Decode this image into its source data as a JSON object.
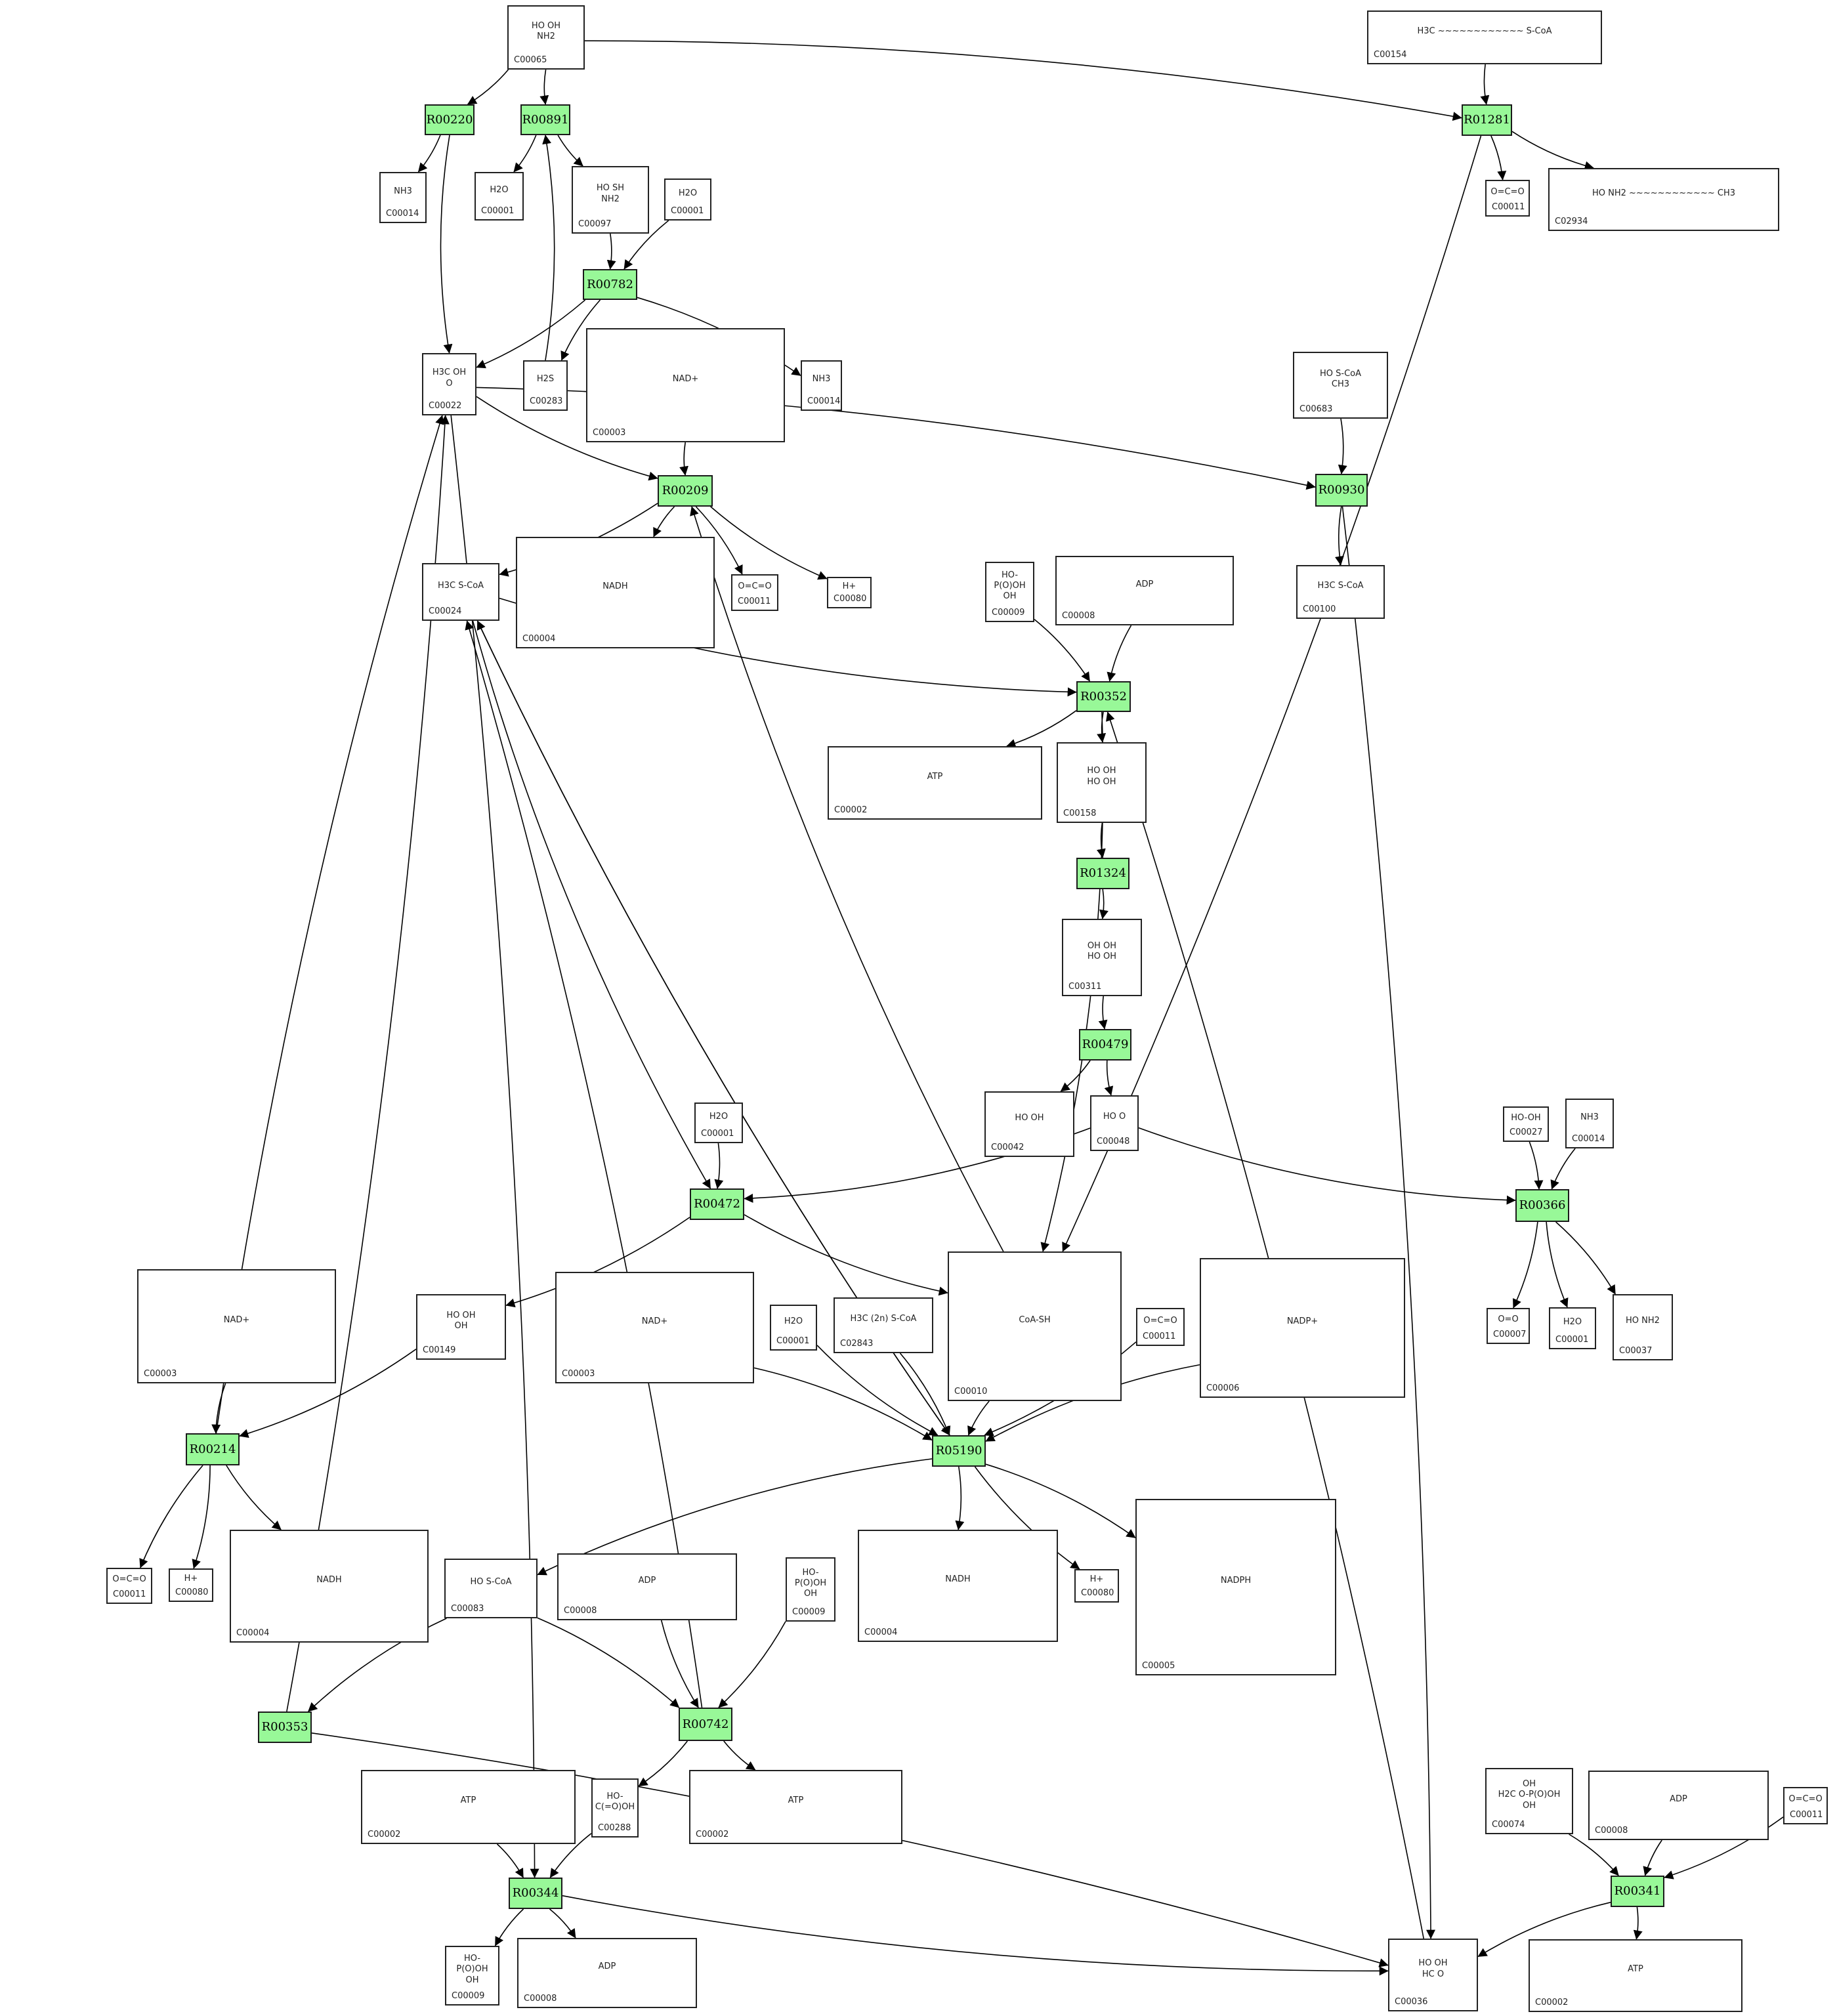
{
  "colors": {
    "reaction_fill": "#98F898",
    "edge": "#000000",
    "box_border": "#222222"
  },
  "compounds": [
    {
      "id": "c65a",
      "label": "C00065",
      "glyph": "HO  OH\nNH2"
    },
    {
      "id": "c154",
      "label": "C00154",
      "glyph": "H3C ~~~~~~~~~~~~ S-CoA"
    },
    {
      "id": "c14a",
      "label": "C00014",
      "glyph": "NH3"
    },
    {
      "id": "c01a",
      "label": "C00001",
      "glyph": "H2O"
    },
    {
      "id": "c97",
      "label": "C00097",
      "glyph": "HO  SH\nNH2"
    },
    {
      "id": "c01b",
      "label": "C00001",
      "glyph": "H2O"
    },
    {
      "id": "c11a",
      "label": "C00011",
      "glyph": "O=C=O"
    },
    {
      "id": "c2934",
      "label": "C02934",
      "glyph": "HO  NH2 ~~~~~~~~~~~~ CH3"
    },
    {
      "id": "c22",
      "label": "C00022",
      "glyph": "H3C  OH\n  O"
    },
    {
      "id": "c283",
      "label": "C00283",
      "glyph": "H2S"
    },
    {
      "id": "c03a",
      "label": "C00003",
      "glyph": "NAD+"
    },
    {
      "id": "c14b",
      "label": "C00014",
      "glyph": "NH3"
    },
    {
      "id": "c683",
      "label": "C00683",
      "glyph": "HO   S-CoA\nCH3"
    },
    {
      "id": "c24",
      "label": "C00024",
      "glyph": "H3C  S-CoA"
    },
    {
      "id": "c04a",
      "label": "C00004",
      "glyph": "NADH"
    },
    {
      "id": "c11b",
      "label": "C00011",
      "glyph": "O=C=O"
    },
    {
      "id": "c80a",
      "label": "C00080",
      "glyph": "H+"
    },
    {
      "id": "c09a",
      "label": "C00009",
      "glyph": "HO-P(O)OH\nOH"
    },
    {
      "id": "c08a",
      "label": "C00008",
      "glyph": "ADP"
    },
    {
      "id": "c100",
      "label": "C00100",
      "glyph": "H3C  S-CoA"
    },
    {
      "id": "c02a",
      "label": "C00002",
      "glyph": "ATP"
    },
    {
      "id": "c158",
      "label": "C00158",
      "glyph": "HO  OH\nHO  OH"
    },
    {
      "id": "c311",
      "label": "C00311",
      "glyph": "OH  OH\nHO  OH"
    },
    {
      "id": "c42",
      "label": "C00042",
      "glyph": "HO  OH"
    },
    {
      "id": "c48",
      "label": "C00048",
      "glyph": "HO  O"
    },
    {
      "id": "c01c",
      "label": "C00001",
      "glyph": "H2O"
    },
    {
      "id": "c27",
      "label": "C00027",
      "glyph": "HO-OH"
    },
    {
      "id": "c14c",
      "label": "C00014",
      "glyph": "NH3"
    },
    {
      "id": "c03b",
      "label": "C00003",
      "glyph": "NAD+"
    },
    {
      "id": "c149",
      "label": "C00149",
      "glyph": "HO  OH\nOH"
    },
    {
      "id": "c03c",
      "label": "C00003",
      "glyph": "NAD+"
    },
    {
      "id": "c01d",
      "label": "C00001",
      "glyph": "H2O"
    },
    {
      "id": "c2843",
      "label": "C02843",
      "glyph": "H3C (2n) S-CoA"
    },
    {
      "id": "c10",
      "label": "C00010",
      "glyph": "CoA-SH"
    },
    {
      "id": "c11c",
      "label": "C00011",
      "glyph": "O=C=O"
    },
    {
      "id": "c06",
      "label": "C00006",
      "glyph": "NADP+"
    },
    {
      "id": "c07",
      "label": "C00007",
      "glyph": "O=O"
    },
    {
      "id": "c01e",
      "label": "C00001",
      "glyph": "H2O"
    },
    {
      "id": "c37",
      "label": "C00037",
      "glyph": "HO  NH2"
    },
    {
      "id": "c11d",
      "label": "C00011",
      "glyph": "O=C=O"
    },
    {
      "id": "c80b",
      "label": "C00080",
      "glyph": "H+"
    },
    {
      "id": "c04b",
      "label": "C00004",
      "glyph": "NADH"
    },
    {
      "id": "c83",
      "label": "C00083",
      "glyph": "HO   S-CoA"
    },
    {
      "id": "c08b",
      "label": "C00008",
      "glyph": "ADP"
    },
    {
      "id": "c09b",
      "label": "C00009",
      "glyph": "HO-P(O)OH\nOH"
    },
    {
      "id": "c04c",
      "label": "C00004",
      "glyph": "NADH"
    },
    {
      "id": "c80c",
      "label": "C00080",
      "glyph": "H+"
    },
    {
      "id": "c05",
      "label": "C00005",
      "glyph": "NADPH"
    },
    {
      "id": "c02b",
      "label": "C00002",
      "glyph": "ATP"
    },
    {
      "id": "c288",
      "label": "C00288",
      "glyph": "HO-C(=O)OH"
    },
    {
      "id": "c02c",
      "label": "C00002",
      "glyph": "ATP"
    },
    {
      "id": "c74",
      "label": "C00074",
      "glyph": "OH\nH2C  O-P(O)OH\nOH"
    },
    {
      "id": "c08c",
      "label": "C00008",
      "glyph": "ADP"
    },
    {
      "id": "c11e",
      "label": "C00011",
      "glyph": "O=C=O"
    },
    {
      "id": "c09c",
      "label": "C00009",
      "glyph": "HO-P(O)OH\nOH"
    },
    {
      "id": "c08d",
      "label": "C00008",
      "glyph": "ADP"
    },
    {
      "id": "c36",
      "label": "C00036",
      "glyph": "HO  OH\nHC  O"
    },
    {
      "id": "c02d",
      "label": "C00002",
      "glyph": "ATP"
    }
  ],
  "reactions": [
    {
      "id": "R00220",
      "label": "R00220"
    },
    {
      "id": "R00891",
      "label": "R00891"
    },
    {
      "id": "R01281",
      "label": "R01281"
    },
    {
      "id": "R00782",
      "label": "R00782"
    },
    {
      "id": "R00209",
      "label": "R00209"
    },
    {
      "id": "R00930",
      "label": "R00930"
    },
    {
      "id": "R00352",
      "label": "R00352"
    },
    {
      "id": "R01324",
      "label": "R01324"
    },
    {
      "id": "R00479",
      "label": "R00479"
    },
    {
      "id": "R00472",
      "label": "R00472"
    },
    {
      "id": "R00366",
      "label": "R00366"
    },
    {
      "id": "R00214",
      "label": "R00214"
    },
    {
      "id": "R05190",
      "label": "R05190"
    },
    {
      "id": "R00353",
      "label": "R00353"
    },
    {
      "id": "R00742",
      "label": "R00742"
    },
    {
      "id": "R00344",
      "label": "R00344"
    },
    {
      "id": "R00341",
      "label": "R00341"
    }
  ],
  "edges": [
    [
      "c65a",
      "R00220"
    ],
    [
      "c65a",
      "R00891"
    ],
    [
      "c65a",
      "R01281"
    ],
    [
      "c154",
      "R01281"
    ],
    [
      "R00220",
      "c14a"
    ],
    [
      "R00220",
      "c22"
    ],
    [
      "R00891",
      "c01a"
    ],
    [
      "R00891",
      "c97"
    ],
    [
      "c97",
      "R00782"
    ],
    [
      "c01b",
      "R00782"
    ],
    [
      "R00782",
      "c22"
    ],
    [
      "R00782",
      "c283"
    ],
    [
      "R00782",
      "c14b"
    ],
    [
      "c283",
      "R00891"
    ],
    [
      "R01281",
      "c11a"
    ],
    [
      "R01281",
      "c2934"
    ],
    [
      "R01281",
      "c10"
    ],
    [
      "c22",
      "R00209"
    ],
    [
      "c22",
      "R00930"
    ],
    [
      "c03a",
      "R00209"
    ],
    [
      "R00209",
      "c24"
    ],
    [
      "R00209",
      "c04a"
    ],
    [
      "R00209",
      "c11b"
    ],
    [
      "R00209",
      "c80a"
    ],
    [
      "c683",
      "R00930"
    ],
    [
      "R00930",
      "c100"
    ],
    [
      "R00930",
      "c36"
    ],
    [
      "c24",
      "R00352"
    ],
    [
      "c09a",
      "R00352"
    ],
    [
      "c08a",
      "R00352"
    ],
    [
      "R00352",
      "c02a"
    ],
    [
      "R00352",
      "c158"
    ],
    [
      "R00352",
      "c10"
    ],
    [
      "c158",
      "R01324"
    ],
    [
      "R01324",
      "c311"
    ],
    [
      "c311",
      "R00479"
    ],
    [
      "R00479",
      "c42"
    ],
    [
      "R00479",
      "c48"
    ],
    [
      "c48",
      "R00472"
    ],
    [
      "c48",
      "R00366"
    ],
    [
      "c01c",
      "R00472"
    ],
    [
      "c24",
      "R00472"
    ],
    [
      "R00472",
      "c149"
    ],
    [
      "R00472",
      "c10"
    ],
    [
      "c27",
      "R00366"
    ],
    [
      "c14c",
      "R00366"
    ],
    [
      "R00366",
      "c07"
    ],
    [
      "R00366",
      "c01e"
    ],
    [
      "R00366",
      "c37"
    ],
    [
      "c03b",
      "R00214"
    ],
    [
      "c149",
      "R00214"
    ],
    [
      "R00214",
      "c11d"
    ],
    [
      "R00214",
      "c80b"
    ],
    [
      "R00214",
      "c04b"
    ],
    [
      "R00214",
      "c22"
    ],
    [
      "c24",
      "R05190"
    ],
    [
      "c03c",
      "R05190"
    ],
    [
      "c01d",
      "R05190"
    ],
    [
      "c2843",
      "R05190"
    ],
    [
      "c10",
      "R05190"
    ],
    [
      "c11c",
      "R05190"
    ],
    [
      "c06",
      "R05190"
    ],
    [
      "R05190",
      "c04c"
    ],
    [
      "R05190",
      "c80c"
    ],
    [
      "R05190",
      "c05"
    ],
    [
      "R05190",
      "c83"
    ],
    [
      "R05190",
      "c24"
    ],
    [
      "c83",
      "R00353"
    ],
    [
      "c83",
      "R00742"
    ],
    [
      "R00353",
      "c22"
    ],
    [
      "R00353",
      "c36"
    ],
    [
      "c08b",
      "R00742"
    ],
    [
      "c09b",
      "R00742"
    ],
    [
      "R00742",
      "c02c"
    ],
    [
      "R00742",
      "c288"
    ],
    [
      "R00742",
      "c24"
    ],
    [
      "c02b",
      "R00344"
    ],
    [
      "c288",
      "R00344"
    ],
    [
      "c22",
      "R00344"
    ],
    [
      "R00344",
      "c09c"
    ],
    [
      "R00344",
      "c08d"
    ],
    [
      "R00344",
      "c36"
    ],
    [
      "c74",
      "R00341"
    ],
    [
      "c08c",
      "R00341"
    ],
    [
      "c11e",
      "R00341"
    ],
    [
      "R00341",
      "c36"
    ],
    [
      "R00341",
      "c02d"
    ],
    [
      "c36",
      "R00352"
    ],
    [
      "c10",
      "R00209"
    ]
  ]
}
